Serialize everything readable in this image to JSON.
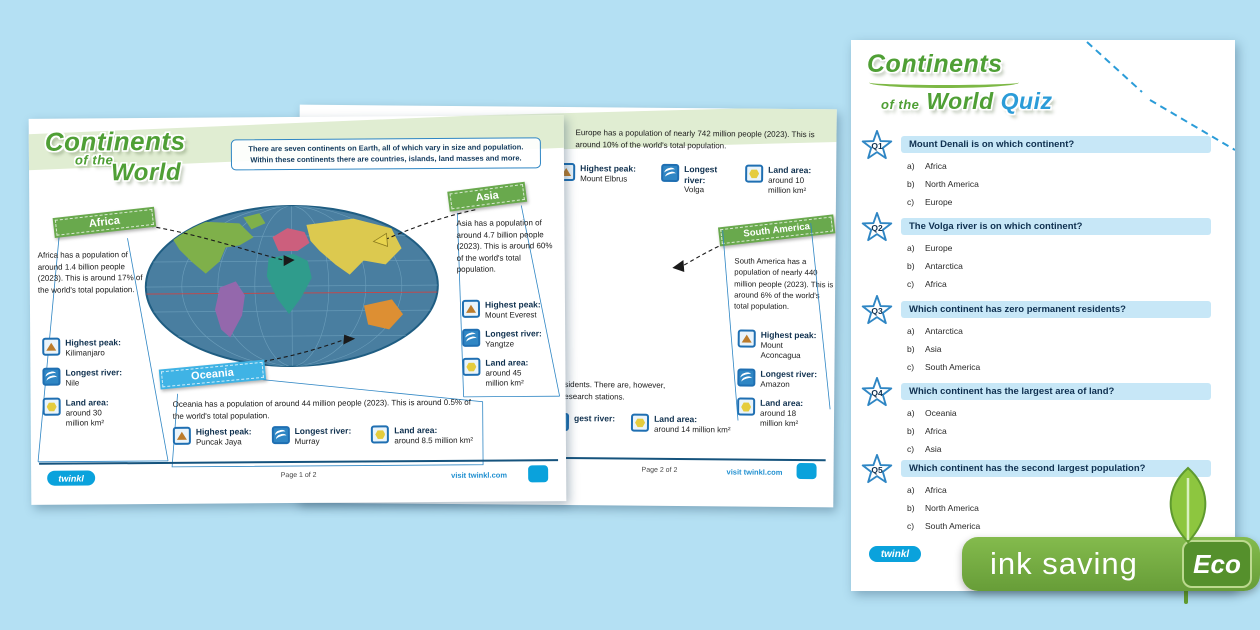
{
  "colors": {
    "background": "#b4e0f3",
    "brand_green": "#4f9f35",
    "brand_blue": "#0aa2dc",
    "banner_green": "#69a94d",
    "banner_blue": "#3fb3e5",
    "question_bar": "#c7e7f7",
    "ocean": "#497ea0",
    "map": {
      "north_america": "#7fb04a",
      "south_america": "#9468ac",
      "europe": "#cc5f7d",
      "africa": "#2f9c8c",
      "asia": "#dcc94f",
      "oceania": "#dd8f33"
    },
    "eco_green": "#76ae3f",
    "leaf_green": "#8dc63f"
  },
  "page1": {
    "title": {
      "line1": "Continents",
      "line2": "of the",
      "line3": "World"
    },
    "intro": "There are seven continents on Earth, all of which vary in size and population. Within these continents there are countries, islands, land masses and more.",
    "africa": {
      "label": "Africa",
      "text": "Africa has a population of around 1.4 billion people (2023). This is around 17% of the world's total population.",
      "stats": [
        {
          "label": "Highest peak:",
          "value": "Kilimanjaro"
        },
        {
          "label": "Longest river:",
          "value": "Nile"
        },
        {
          "label": "Land area:",
          "value": "around 30 million km²"
        }
      ]
    },
    "asia": {
      "label": "Asia",
      "text": "Asia has a population of around 4.7 billion people (2023). This is around 60% of the world's total population.",
      "stats": [
        {
          "label": "Highest peak:",
          "value": "Mount Everest"
        },
        {
          "label": "Longest river:",
          "value": "Yangtze"
        },
        {
          "label": "Land area:",
          "value": "around 45 million km²"
        }
      ]
    },
    "oceania": {
      "label": "Oceania",
      "text": "Oceania has a population of around 44 million people (2023). This is around 0.5% of the world's total population.",
      "stats": [
        {
          "label": "Highest peak:",
          "value": "Puncak Jaya"
        },
        {
          "label": "Longest river:",
          "value": "Murray"
        },
        {
          "label": "Land area:",
          "value": "around 8.5 million km²"
        }
      ]
    },
    "footer": {
      "logo": "twinkl",
      "page": "Page 1 of 2",
      "visit": "visit twinkl.com"
    }
  },
  "page2": {
    "europe": {
      "text": "Europe has a population of nearly 742 million people (2023). This is around 10% of the world's total population.",
      "stats": [
        {
          "label": "Highest peak:",
          "value": "Mount Elbrus"
        },
        {
          "label": "Longest river:",
          "value": "Volga"
        },
        {
          "label": "Land area:",
          "value": "around 10 million km²"
        }
      ]
    },
    "south_america": {
      "label": "South America",
      "text": "South America has a population of nearly 440 million people (2023). This is around 6% of the world's total population.",
      "stats": [
        {
          "label": "Highest peak:",
          "value": "Mount Aconcagua"
        },
        {
          "label": "Longest river:",
          "value": "Amazon"
        },
        {
          "label": "Land area:",
          "value": "around 18 million km²"
        }
      ]
    },
    "antarctica": {
      "fragment_line1": "residents. There are, however,",
      "fragment_line2": "t research stations.",
      "river_label_fragment": "gest river:",
      "land_area_label": "Land area:",
      "land_area_value": "around 14 million km²"
    },
    "footer": {
      "page": "Page 2 of 2",
      "visit": "visit twinkl.com"
    }
  },
  "quiz": {
    "title": {
      "line1": "Continents",
      "line2": "of the",
      "line3": "World",
      "line4": "Quiz"
    },
    "letters": [
      "a)",
      "b)",
      "c)"
    ],
    "questions": [
      {
        "badge": "Q1",
        "q": "Mount Denali is on which continent?",
        "options": [
          "Africa",
          "North America",
          "Europe"
        ]
      },
      {
        "badge": "Q2",
        "q": "The Volga river is on which continent?",
        "options": [
          "Europe",
          "Antarctica",
          "Africa"
        ]
      },
      {
        "badge": "Q3",
        "q": "Which continent has zero permanent residents?",
        "options": [
          "Antarctica",
          "Asia",
          "South America"
        ]
      },
      {
        "badge": "Q4",
        "q": "Which continent has the largest area of land?",
        "options": [
          "Oceania",
          "Africa",
          "Asia"
        ]
      },
      {
        "badge": "Q5",
        "q": "Which continent has the second largest population?",
        "options": [
          "Africa",
          "North America",
          "South America"
        ]
      }
    ],
    "logo": "twinkl"
  },
  "eco": {
    "text": "ink saving",
    "badge": "Eco"
  }
}
